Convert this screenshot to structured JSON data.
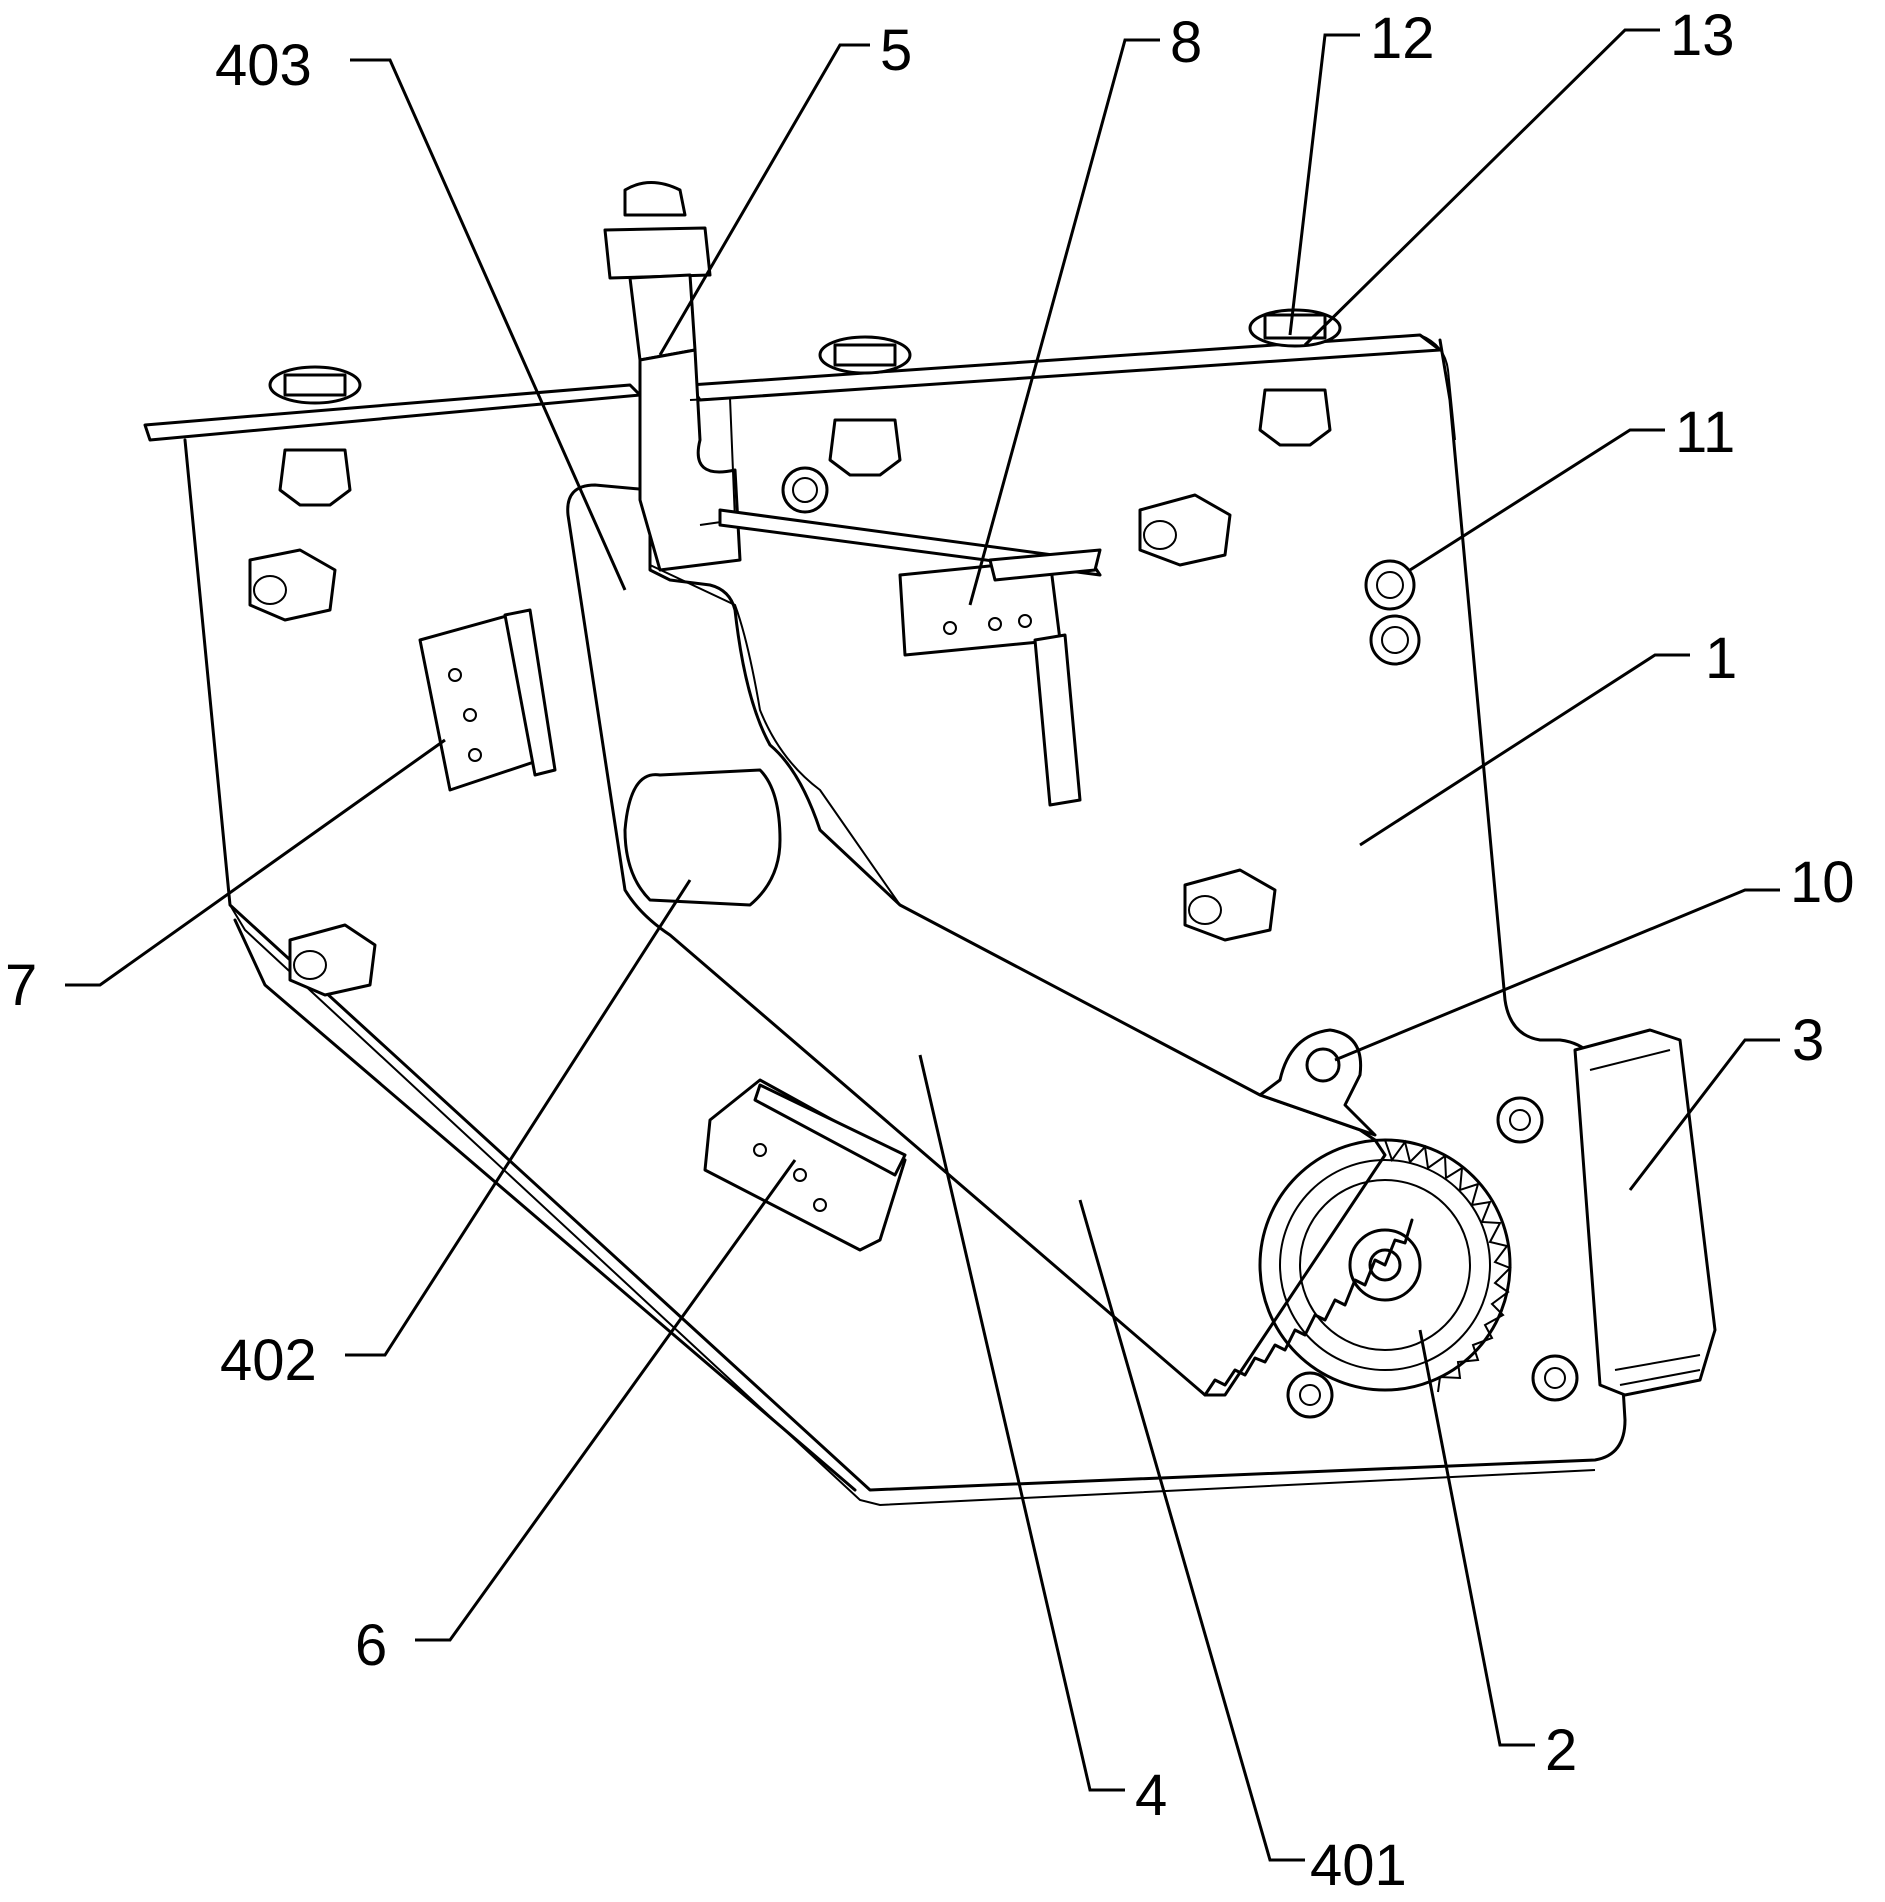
{
  "figure": {
    "labels": [
      {
        "id": "label-403",
        "text": "403"
      },
      {
        "id": "label-5",
        "text": "5"
      },
      {
        "id": "label-8",
        "text": "8"
      },
      {
        "id": "label-12",
        "text": "12"
      },
      {
        "id": "label-13",
        "text": "13"
      },
      {
        "id": "label-11",
        "text": "11"
      },
      {
        "id": "label-1",
        "text": "1"
      },
      {
        "id": "label-10",
        "text": "10"
      },
      {
        "id": "label-3",
        "text": "3"
      },
      {
        "id": "label-7",
        "text": "7"
      },
      {
        "id": "label-402",
        "text": "402"
      },
      {
        "id": "label-6",
        "text": "6"
      },
      {
        "id": "label-4",
        "text": "4"
      },
      {
        "id": "label-401",
        "text": "401"
      },
      {
        "id": "label-2",
        "text": "2"
      }
    ]
  },
  "colors": {
    "line": "#000000",
    "background": "#ffffff"
  }
}
